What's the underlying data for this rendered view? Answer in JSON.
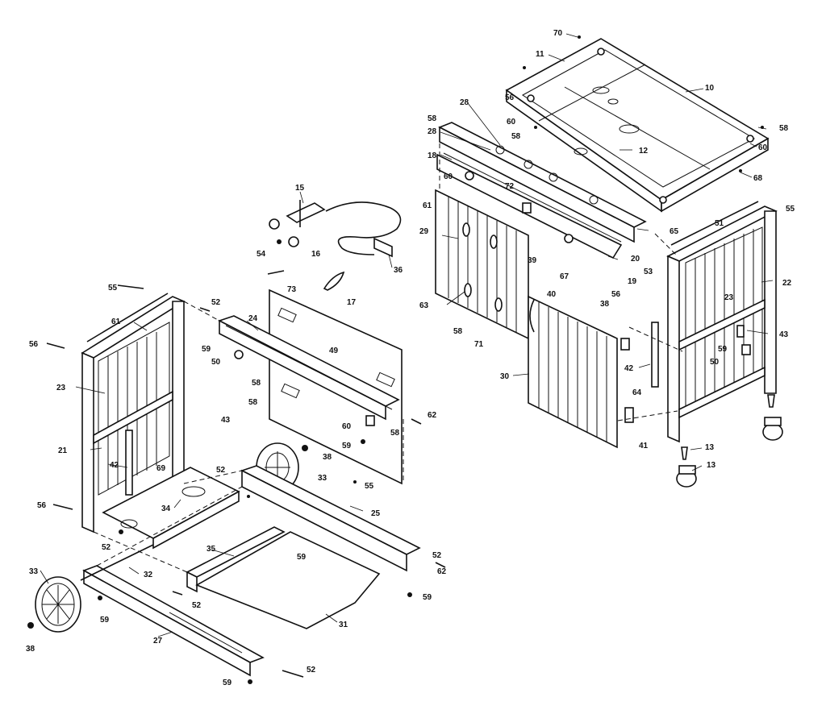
{
  "labels": [
    "70",
    "11",
    "10",
    "56",
    "60",
    "58",
    "12",
    "60",
    "58",
    "68",
    "28",
    "58",
    "28",
    "18",
    "60",
    "72",
    "65",
    "61",
    "29",
    "20",
    "53",
    "19",
    "39",
    "67",
    "63",
    "58",
    "71",
    "40",
    "38",
    "56",
    "51",
    "23",
    "22",
    "55",
    "43",
    "59",
    "50",
    "42",
    "30",
    "64",
    "41",
    "13",
    "13",
    "15",
    "54",
    "16",
    "36",
    "73",
    "17",
    "55",
    "52",
    "61",
    "24",
    "49",
    "56",
    "23",
    "59",
    "50",
    "58",
    "58",
    "43",
    "60",
    "59",
    "58",
    "62",
    "21",
    "42",
    "52",
    "69",
    "38",
    "33",
    "55",
    "25",
    "34",
    "56",
    "52",
    "32",
    "35",
    "59",
    "52",
    "62",
    "59",
    "33",
    "52",
    "59",
    "38",
    "31",
    "27",
    "52",
    "59"
  ]
}
